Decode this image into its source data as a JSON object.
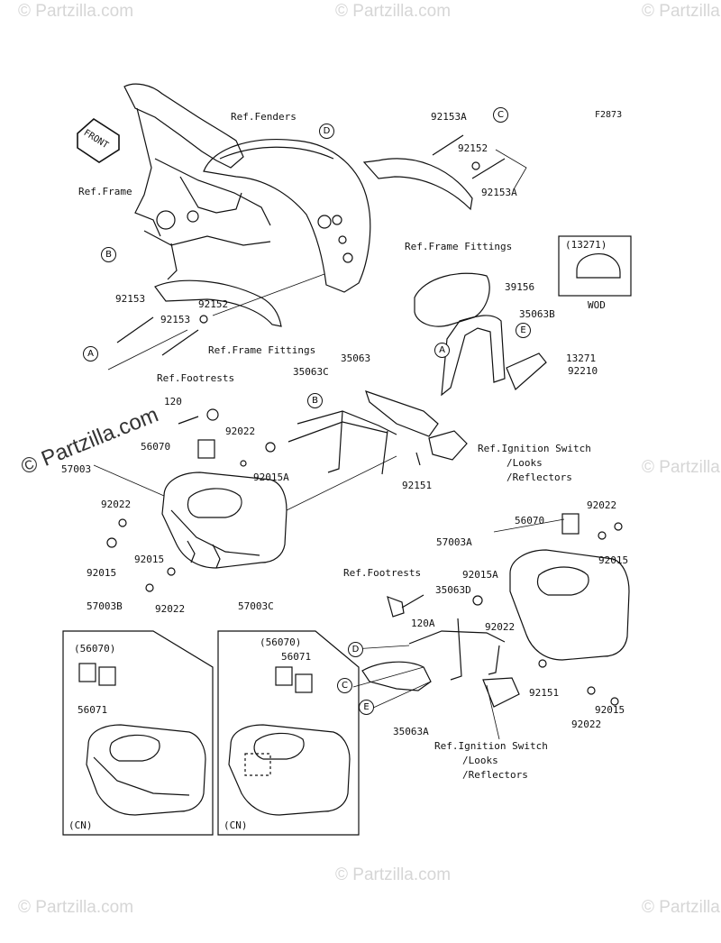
{
  "figure_code": "F2873",
  "watermark": "© Partzilla.com",
  "front_label": "FRONT",
  "callouts": [
    "A",
    "B",
    "C",
    "D",
    "E"
  ],
  "refs": {
    "fenders": "Ref.Fenders",
    "frame": "Ref.Frame",
    "frame_fittings_top": "Ref.Frame Fittings",
    "frame_fittings_left": "Ref.Frame Fittings",
    "footrests_left": "Ref.Footrests",
    "footrests_right": "Ref.Footrests",
    "ignition_right_top_1": "Ref.Ignition Switch",
    "ignition_right_top_2": "/Looks",
    "ignition_right_top_3": "/Reflectors",
    "ignition_bottom_1": "Ref.Ignition Switch",
    "ignition_bottom_2": "/Looks",
    "ignition_bottom_3": "/Reflectors"
  },
  "parts": {
    "p92153A_top": "92153A",
    "p92152_top": "92152",
    "p92153A_top2": "92153A",
    "p92153_a": "92153",
    "p92152_b": "92152",
    "p92153_c": "92153",
    "p39156": "39156",
    "p35063B": "35063B",
    "p13271": "13271",
    "p92210": "92210",
    "p35063": "35063",
    "p35063C": "35063C",
    "p120": "120",
    "p92022_a": "92022",
    "p56070_a": "56070",
    "p92015A_a": "92015A",
    "p57003": "57003",
    "p92022_b": "92022",
    "p92015_a": "92015",
    "p92015_b": "92015",
    "p92022_c": "92022",
    "p92151_a": "92151",
    "p92022_d": "92022",
    "p56070_b": "56070",
    "p57003A": "57003A",
    "p92015_c": "92015",
    "p92015A_b": "92015A",
    "p35063D": "35063D",
    "p120A": "120A",
    "p92022_e": "92022",
    "p92151_b": "92151",
    "p92015_d": "92015",
    "p92022_f": "92022",
    "p35063A": "35063A",
    "p57003B": "57003B",
    "p57003C": "57003C",
    "p56070_cn1": "(56070)",
    "p56071_cn1": "56071",
    "p56070_cn2": "(56070)",
    "p56071_cn2": "56071"
  },
  "inset_wod": {
    "part": "(13271)",
    "label": "WOD"
  },
  "cn_label_1": "(CN)",
  "cn_label_2": "(CN)"
}
